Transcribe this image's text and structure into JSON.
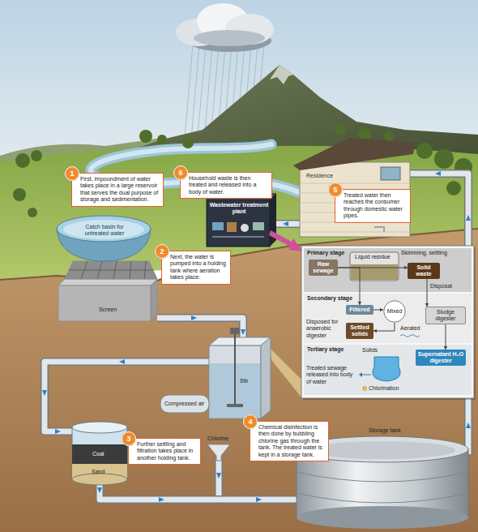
{
  "diagram": {
    "nodes": [
      {
        "text": [
          "1",
          "First, impoundment of water takes place in a large reservoir that serves the dual purpose of storage and sedimentation."
        ]
      },
      {
        "text": [
          "6",
          "Household waste is then treated and released into a body of water."
        ]
      },
      {
        "text": [
          "2",
          "Next, the water is pumped into a holding tank where aeration takes place."
        ]
      },
      {
        "text": [
          "5",
          "Treated water then reaches the consumer through domestic water pipes."
        ]
      },
      {
        "text": [
          "3",
          "Further settling and filtration takes place in another holding tank."
        ]
      },
      {
        "text": [
          "4",
          "Chemical disinfection is then done by bubbling chlorine gas through the tank. The treated water is kept in a storage tank."
        ]
      },
      {
        "text": [
          "Primary stage"
        ]
      },
      {
        "text": [
          "Raw sewage"
        ],
        "in": 6
      },
      {
        "text": [
          "Solid waste"
        ],
        "in": 6
      },
      {
        "text": [
          "Secondary stage"
        ]
      },
      {
        "text": [
          "Filtered"
        ],
        "in": 9
      },
      {
        "text": [
          "Mixed"
        ],
        "in": 9
      },
      {
        "text": [
          "Settled solids"
        ],
        "in": 9
      },
      {
        "text": [
          "Sludge digester"
        ],
        "in": 9
      },
      {
        "text": [
          "Tertiary stage"
        ]
      },
      {
        "text": [
          "Supernatant H₂O digester"
        ],
        "in": 14
      }
    ],
    "edges": [
      {
        "from": 7,
        "to": 8,
        "arrow": "to"
      },
      {
        "from": 7,
        "to": 10,
        "arrow": "to"
      },
      {
        "from": 10,
        "to": 11,
        "arrow": "to"
      },
      {
        "from": 11,
        "to": 12,
        "arrow": "to"
      },
      {
        "from": 8,
        "to": 13,
        "arrow": "to"
      },
      {
        "from": 13,
        "to": 15,
        "arrow": "to"
      }
    ],
    "labels": [
      "Catch basin for untreated water",
      "Screen",
      "Wastewater treatment plant",
      "Residence",
      "Stir",
      "Compressed air",
      "Chlorine",
      "Coal",
      "Sand",
      "Storage tank",
      "Liquid residue",
      "Skimming, settling",
      "Disposal",
      "Aerated",
      "Disposed for anaerobic digester",
      "Solids",
      "Treated sewage released into body of water",
      "Chlorination"
    ]
  }
}
